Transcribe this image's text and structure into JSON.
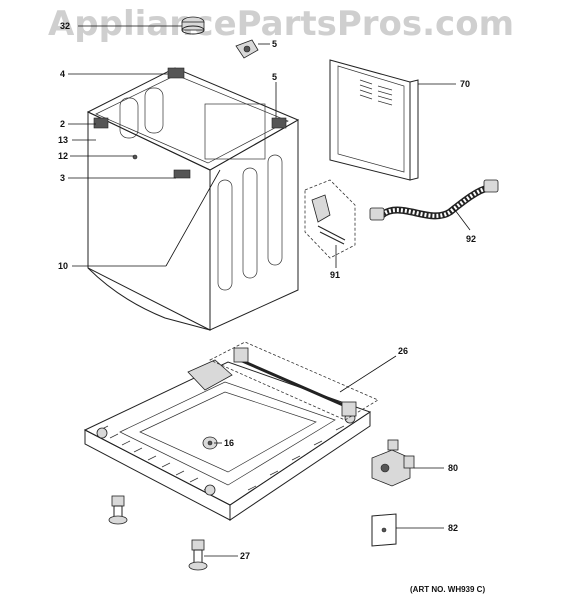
{
  "watermark": "AppliancePartsPros.com",
  "art_number": "(ART NO. WH939 C)",
  "callouts": {
    "c32": "32",
    "c5a": "5",
    "c4": "4",
    "c5b": "5",
    "c70": "70",
    "c2": "2",
    "c13": "13",
    "c12": "12",
    "c3": "3",
    "c92": "92",
    "c10": "10",
    "c91": "91",
    "c26": "26",
    "c16": "16",
    "c80": "80",
    "c82": "82",
    "c27": "27"
  }
}
